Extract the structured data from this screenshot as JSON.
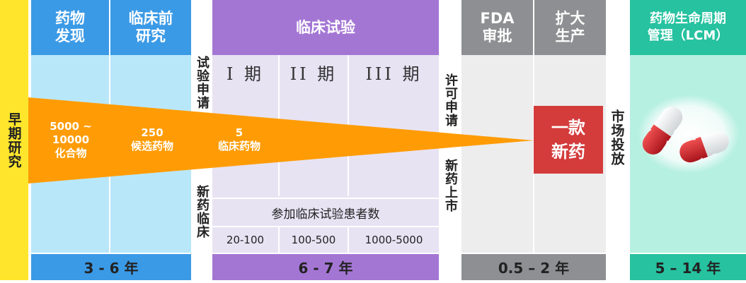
{
  "early_research": "早期研究",
  "stages": {
    "discovery": "药物\n发现",
    "preclinical": "临床前\n研究",
    "clinical": "临床试验",
    "fda": "FDA\n审批",
    "scale_up": "扩大\n生产",
    "lcm": "药物生命周期\n管理（LCM）"
  },
  "side_labels": {
    "ind_top": "试验申请",
    "ind_bottom": "新药临床",
    "approval_top": "许可申请",
    "approval_bottom": "新药上市",
    "launch": "市场投放"
  },
  "phases": [
    "I 期",
    "II 期",
    "III 期"
  ],
  "patients_label": "参加临床试验患者数",
  "patient_counts": [
    "20-100",
    "100-500",
    "1000-5000"
  ],
  "funnel": {
    "compounds_count": "5000 ~ 10000",
    "compounds_label": "化合物",
    "candidates_count": "250",
    "candidates_label": "候选药物",
    "clinical_count": "5",
    "clinical_label": "临床药物"
  },
  "new_drug": "一款\n新药",
  "durations": {
    "discovery_preclinical": "3 - 6 年",
    "clinical": "6 - 7 年",
    "approval": "0.5 – 2 年",
    "lcm": "5 – 14 年"
  },
  "colors": {
    "yellow": "#ffe62c",
    "blue_header": "#3b9ae6",
    "blue_body": "#b9e7fa",
    "purple_header": "#a476d4",
    "purple_body": "#e7e3f3",
    "gray_header": "#8e8f92",
    "gray_body": "#ededed",
    "teal_header": "#27c2a0",
    "teal_body": "#b5f0e0",
    "orange": "#ff9c05",
    "red": "#d43b3b"
  }
}
